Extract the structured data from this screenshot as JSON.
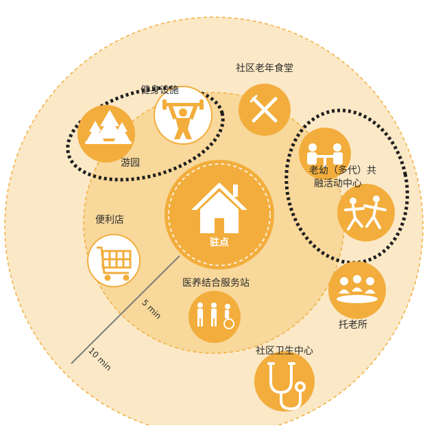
{
  "colors": {
    "outer_ring": "#fbe8c6",
    "inner_ring": "#f8d89b",
    "icon_orange": "#f2ad3c",
    "icon_white": "#ffffff",
    "dashed_border": "#f2ad3c",
    "group_outline": "#1e1e1e",
    "radius_line": "#7a7a7a"
  },
  "center": {
    "label": "驻点",
    "icon": "house-icon"
  },
  "radii": {
    "inner": "5 min",
    "outer": "10 min"
  },
  "facilities": [
    {
      "key": "fitness",
      "label": "健身设施",
      "icon": "weightlifter-icon"
    },
    {
      "key": "park",
      "label": "游园",
      "icon": "trees-icon"
    },
    {
      "key": "canteen",
      "label": "社区老年食堂",
      "icon": "fork-knife-icon"
    },
    {
      "key": "intergen",
      "label": "老幼（多代）共融活动中心",
      "label_line1": "老幼（多代）共",
      "label_line2": "融活动中心",
      "icon": "table-people-icon",
      "icon2": "dancing-people-icon"
    },
    {
      "key": "store",
      "label": "便利店",
      "icon": "shopping-cart-icon"
    },
    {
      "key": "medcare",
      "label": "医养结合服务站",
      "icon": "elderly-wheelchair-icon"
    },
    {
      "key": "daycare",
      "label": "托老所",
      "icon": "meeting-group-icon"
    },
    {
      "key": "health",
      "label": "社区卫生中心",
      "icon": "stethoscope-icon"
    }
  ]
}
